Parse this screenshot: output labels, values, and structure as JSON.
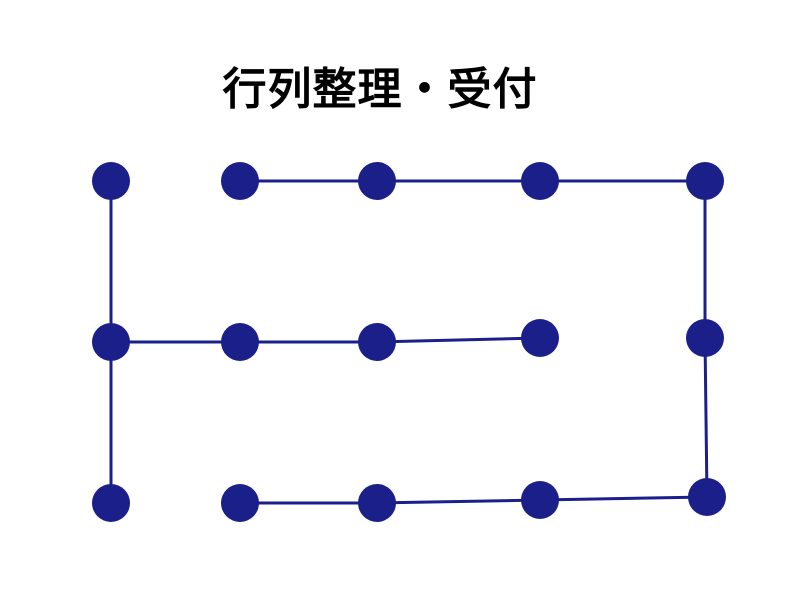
{
  "title": "行列整理・受付",
  "colors": {
    "line": "#1a1f8a",
    "node": "#1a1f8a",
    "title": "#000000"
  },
  "diagram": {
    "nodes": [
      {
        "id": "r1c1"
      },
      {
        "id": "r1c2"
      },
      {
        "id": "r1c3"
      },
      {
        "id": "r1c4"
      },
      {
        "id": "r1c5"
      },
      {
        "id": "r2c1"
      },
      {
        "id": "r2c2"
      },
      {
        "id": "r2c3"
      },
      {
        "id": "r2c4"
      },
      {
        "id": "r2c5"
      },
      {
        "id": "r3c1"
      },
      {
        "id": "r3c2"
      },
      {
        "id": "r3c3"
      },
      {
        "id": "r3c4"
      },
      {
        "id": "r3c5"
      }
    ],
    "edges": [
      [
        "r1c1",
        "r2c1"
      ],
      [
        "r2c1",
        "r3c1"
      ],
      [
        "r2c1",
        "r2c2"
      ],
      [
        "r2c2",
        "r2c3"
      ],
      [
        "r2c3",
        "r2c4"
      ],
      [
        "r1c2",
        "r1c3"
      ],
      [
        "r1c3",
        "r1c4"
      ],
      [
        "r1c4",
        "r1c5"
      ],
      [
        "r1c5",
        "r2c5"
      ],
      [
        "r2c5",
        "r3c5"
      ],
      [
        "r3c5",
        "r3c4"
      ],
      [
        "r3c4",
        "r3c3"
      ],
      [
        "r3c3",
        "r3c2"
      ]
    ]
  }
}
